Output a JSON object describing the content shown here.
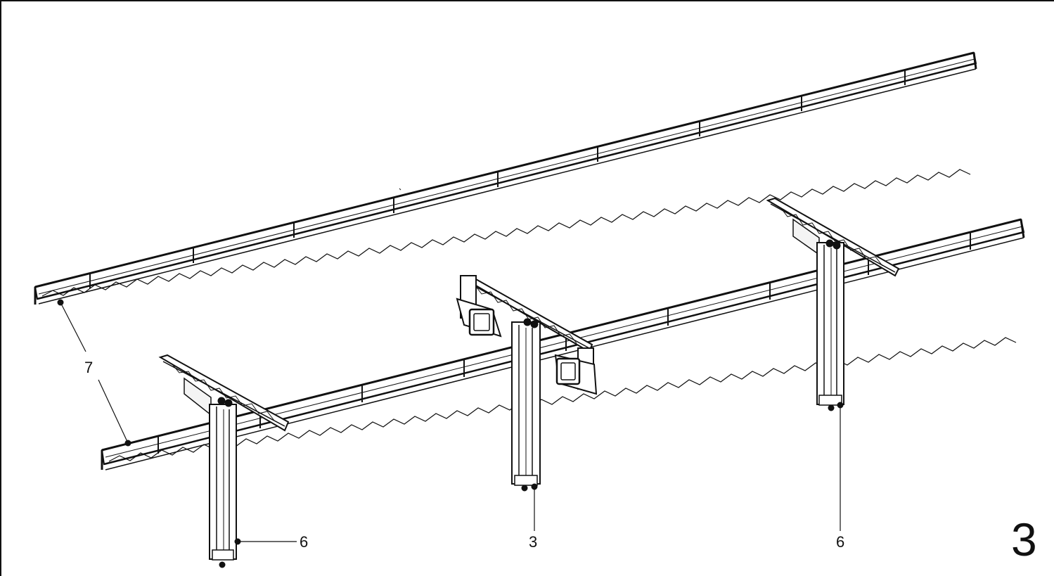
{
  "callouts": {
    "label_7": "7",
    "label_6_left": "6",
    "label_3": "3",
    "label_6_right": "6"
  },
  "page_number": "3",
  "colors": {
    "ink": "#111111",
    "paper": "#ffffff"
  }
}
